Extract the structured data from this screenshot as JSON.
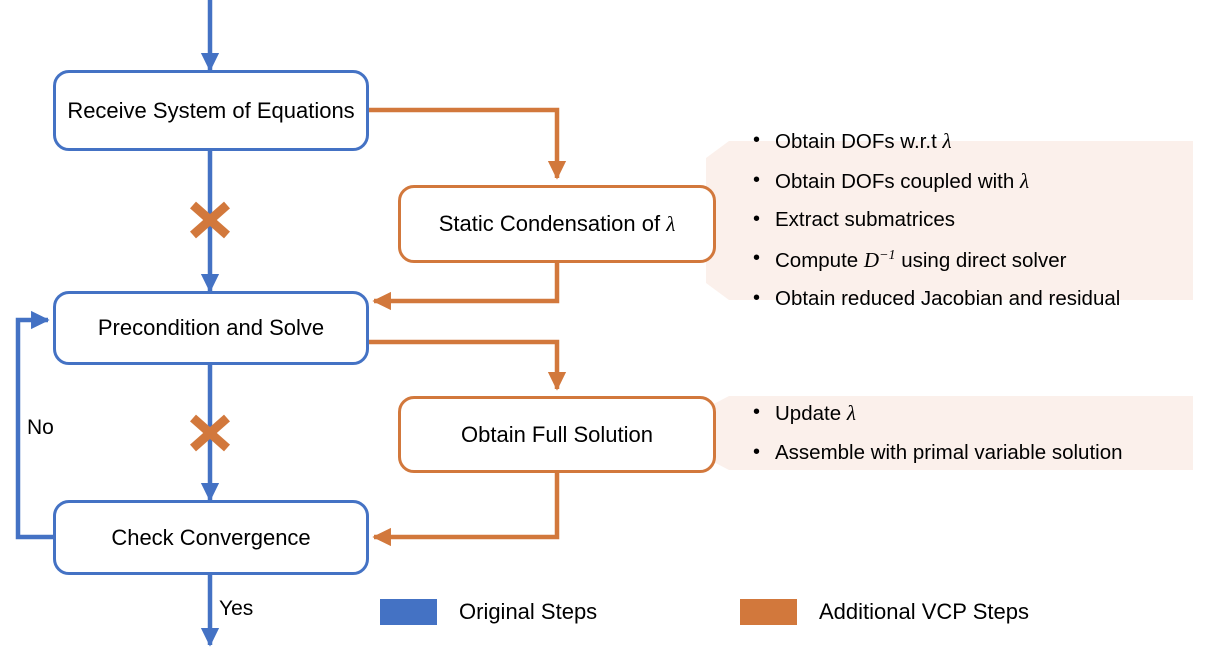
{
  "diagram": {
    "title": "VCP solver flowchart",
    "colors": {
      "original_steps": "#4472C4",
      "additional_vcp_steps": "#D2783C",
      "callout_background": "#FBF0EB",
      "node_background": "#FFFFFF",
      "text": "#000000"
    },
    "nodes": [
      {
        "id": "receive",
        "label": "Receive System of Equations",
        "kind": "original"
      },
      {
        "id": "static_cond",
        "label": "Static Condensation of λ",
        "kind": "vcp"
      },
      {
        "id": "precondition",
        "label": "Precondition and Solve",
        "kind": "original"
      },
      {
        "id": "full_solution",
        "label": "Obtain Full Solution",
        "kind": "vcp"
      },
      {
        "id": "convergence",
        "label": "Check Convergence",
        "kind": "original"
      }
    ],
    "callouts": [
      {
        "id": "static-condensation-details",
        "items": [
          "Obtain DOFs w.r.t λ",
          "Obtain DOFs coupled with λ",
          "Extract submatrices",
          "Compute D⁻¹ using direct solver",
          "Obtain reduced Jacobian and residual"
        ]
      },
      {
        "id": "full-solution-details",
        "items": [
          "Update λ",
          "Assemble with primal variable solution"
        ]
      }
    ],
    "edge_labels": {
      "no": "No",
      "yes": "Yes"
    },
    "markers": {
      "cross_1": "x-marker",
      "cross_2": "x-marker"
    },
    "legend": [
      {
        "id": "original",
        "label": "Original Steps",
        "color": "#4472C4"
      },
      {
        "id": "vcp",
        "label": "Additional VCP Steps",
        "color": "#D2783C"
      }
    ]
  }
}
